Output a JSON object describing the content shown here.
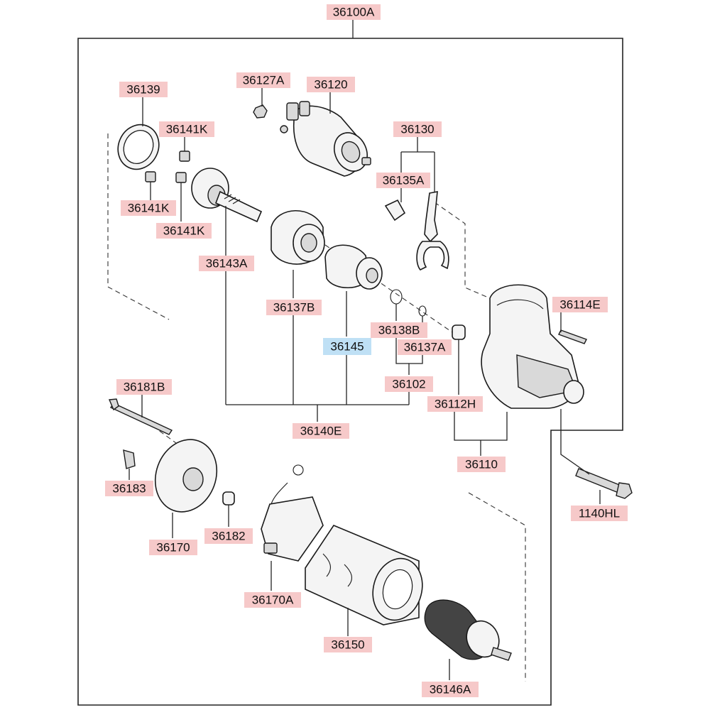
{
  "diagram": {
    "labels": [
      {
        "id": "36100A",
        "text": "36100A"
      },
      {
        "id": "36139",
        "text": "36139"
      },
      {
        "id": "36127A",
        "text": "36127A"
      },
      {
        "id": "36120",
        "text": "36120"
      },
      {
        "id": "36141K_a",
        "text": "36141K"
      },
      {
        "id": "36141K_b",
        "text": "36141K"
      },
      {
        "id": "36141K_c",
        "text": "36141K"
      },
      {
        "id": "36130",
        "text": "36130"
      },
      {
        "id": "36135A",
        "text": "36135A"
      },
      {
        "id": "36143A",
        "text": "36143A"
      },
      {
        "id": "36137B",
        "text": "36137B"
      },
      {
        "id": "36145",
        "text": "36145",
        "highlight": true
      },
      {
        "id": "36138B",
        "text": "36138B"
      },
      {
        "id": "36137A",
        "text": "36137A"
      },
      {
        "id": "36114E",
        "text": "36114E"
      },
      {
        "id": "36102",
        "text": "36102"
      },
      {
        "id": "36112H",
        "text": "36112H"
      },
      {
        "id": "36181B",
        "text": "36181B"
      },
      {
        "id": "36140E",
        "text": "36140E"
      },
      {
        "id": "36110",
        "text": "36110"
      },
      {
        "id": "36183",
        "text": "36183"
      },
      {
        "id": "1140HL",
        "text": "1140HL"
      },
      {
        "id": "36170",
        "text": "36170"
      },
      {
        "id": "36182",
        "text": "36182"
      },
      {
        "id": "36170A",
        "text": "36170A"
      },
      {
        "id": "36150",
        "text": "36150"
      },
      {
        "id": "36146A",
        "text": "36146A"
      }
    ],
    "colors": {
      "label_bg": "#f6c9c9",
      "label_bg_highlight": "#bfe0f5",
      "line": "#222222"
    }
  }
}
